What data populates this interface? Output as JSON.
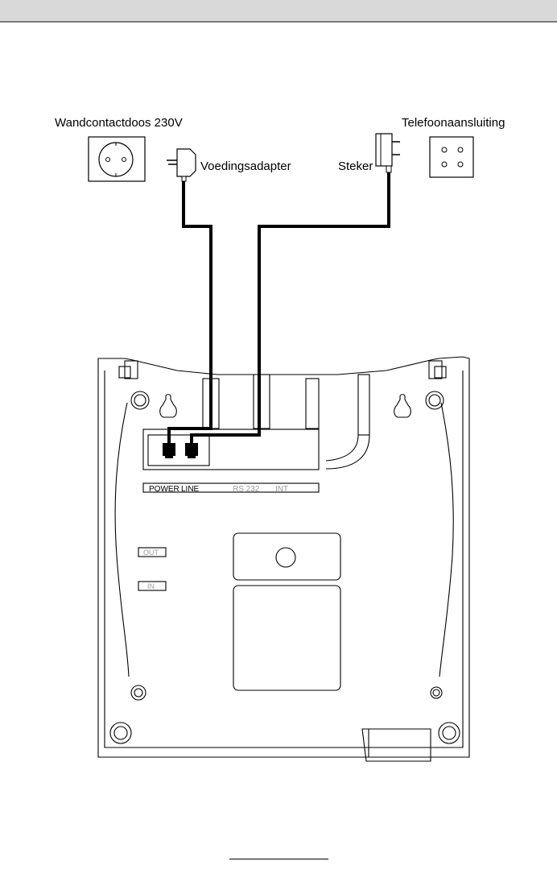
{
  "labels": {
    "wall_socket": "Wandcontactdoos  230V",
    "power_adapter": "Voedingsadapter",
    "plug": "Steker",
    "phone_socket": "Telefoonaansluiting"
  },
  "ports": {
    "power": "POWER",
    "line": "LINE",
    "rs232": "RS 232",
    "int": "INT",
    "out": "OUT",
    "in": "IN"
  }
}
